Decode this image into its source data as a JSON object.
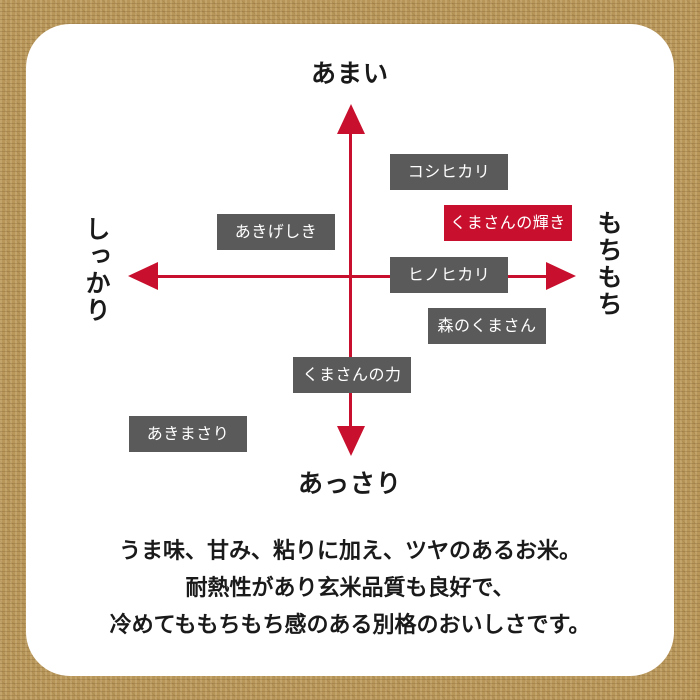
{
  "axes": {
    "top": "あまい",
    "bottom": "あっさり",
    "left": "しっかり",
    "right": "もちもち"
  },
  "colors": {
    "accent": "#c8102e",
    "tag": "#5a5a5a",
    "highlight": "#c8102e"
  },
  "varieties": [
    {
      "label": "コシヒカリ",
      "highlighted": false
    },
    {
      "label": "くまさんの輝き",
      "highlighted": true
    },
    {
      "label": "あきげしき",
      "highlighted": false
    },
    {
      "label": "ヒノヒカリ",
      "highlighted": false
    },
    {
      "label": "森のくまさん",
      "highlighted": false
    },
    {
      "label": "くまさんの力",
      "highlighted": false
    },
    {
      "label": "あきまさり",
      "highlighted": false
    }
  ],
  "description": [
    "うま味、甘み、粘りに加え、ツヤのあるお米。",
    "耐熱性があり玄米品質も良好で、",
    "冷めてももちもち感のある別格のおいしさです。"
  ]
}
